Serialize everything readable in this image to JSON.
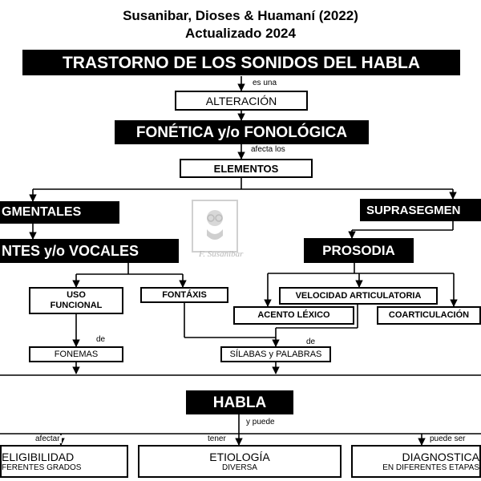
{
  "header": {
    "line1": "Susanibar, Dioses & Huamaní (2022)",
    "line2": "Actualizado 2024"
  },
  "nodes": {
    "trastorno": "TRASTORNO DE LOS SONIDOS DEL HABLA",
    "alteracion": "ALTERACIÓN",
    "fonetica": "FONÉTICA y/o FONOLÓGICA",
    "elementos": "ELEMENTOS",
    "segmentales": "GMENTALES",
    "suprasegmentales": "SUPRASEGMEN",
    "consonantes": "NTES y/o VOCALES",
    "prosodia": "PROSODIA",
    "uso_funcional_1": "USO",
    "uso_funcional_2": "FUNCIONAL",
    "fontaxis": "FONTÁXIS",
    "velocidad": "VELOCIDAD  ARTICULATORIA",
    "acento": "ACENTO LÉXICO",
    "coarticulacion": "COARTICULACIÓN",
    "fonemas": "FONEMAS",
    "silabas": "SÍLABAS y PALABRAS",
    "habla": "HABLA",
    "inteligibilidad_1": "ELIGIBILIDAD",
    "inteligibilidad_2": "FERENTES GRADOS",
    "etiologia_1": "ETIOLOGÍA",
    "etiologia_2": "DIVERSA",
    "diagnostico_1": "DIAGNOSTICA",
    "diagnostico_2": "EN DIFERENTES ETAPAS"
  },
  "connectors": {
    "es_una": "es una",
    "afecta_los": "afecta los",
    "de_1": "de",
    "de_2": "de",
    "y_puede": "y puede",
    "afectar": "afectar",
    "tener": "tener",
    "puede_ser": "puede ser"
  },
  "watermark": {
    "signature": "F. Susanibar"
  },
  "colors": {
    "box_fill": "#000000",
    "box_text": "#ffffff",
    "line": "#000000",
    "watermark": "#c8c8c8"
  }
}
